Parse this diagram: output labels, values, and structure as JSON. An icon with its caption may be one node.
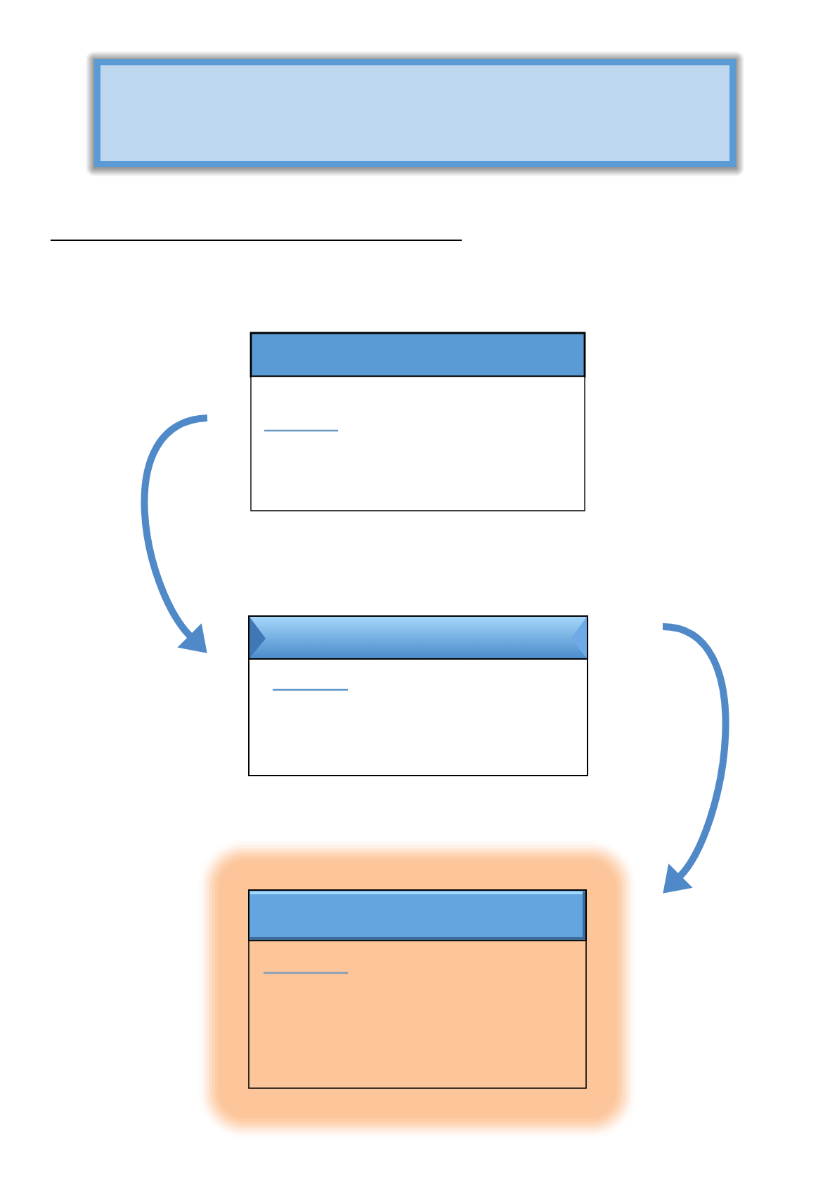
{
  "diagram": {
    "nodes": [
      {
        "text": [],
        "shape": "box"
      },
      {
        "text": [],
        "shape": "box"
      },
      {
        "text": [],
        "shape": "box"
      },
      {
        "text": [],
        "shape": "box"
      },
      {
        "text": [],
        "shape": "box"
      },
      {
        "text": [],
        "shape": "box"
      },
      {
        "text": [],
        "shape": "box"
      }
    ],
    "edges": [
      {
        "from": 2,
        "to": 3,
        "arrow": "to"
      },
      {
        "from": 3,
        "to": 5,
        "arrow": "to"
      }
    ]
  }
}
